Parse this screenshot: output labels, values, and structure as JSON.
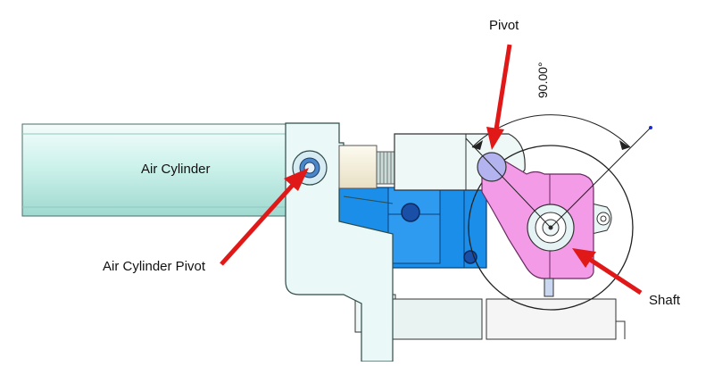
{
  "labels": {
    "pivot": "Pivot",
    "air_cylinder": "Air Cylinder",
    "air_cylinder_pivot": "Air Cylinder Pivot",
    "shaft": "Shaft",
    "angle": "90.00°"
  },
  "colors": {
    "cylinder": "#cdf2ec",
    "block_blue": "#1a8ee8",
    "pink_lever": "#f39be6",
    "pivot_pin": "#b3b3ef",
    "arrow": "#e01818",
    "bracket": "#e9f7f6"
  }
}
